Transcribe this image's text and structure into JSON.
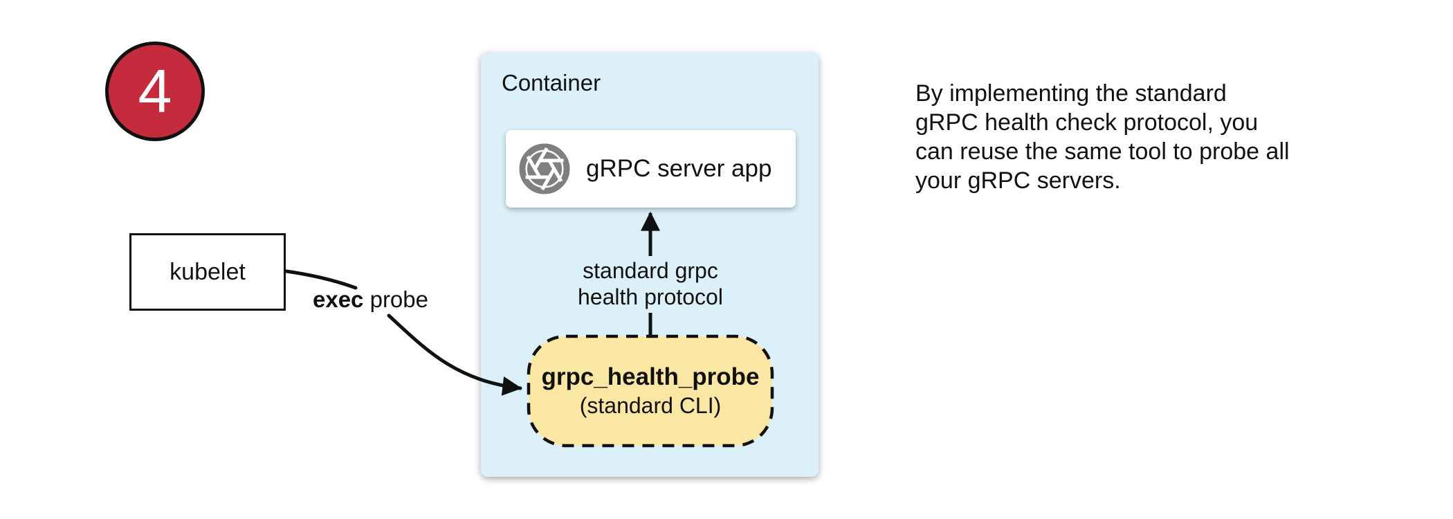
{
  "badge": {
    "number": "4"
  },
  "kubelet_box": {
    "label": "kubelet"
  },
  "probe_arrow_label": {
    "bold": "exec",
    "rest": " probe"
  },
  "container": {
    "title": "Container",
    "server_box": {
      "icon": "aperture-icon",
      "label": "gRPC server app"
    },
    "protocol_label": {
      "line1": "standard grpc",
      "line2": "health protocol"
    },
    "probe_box": {
      "name": "grpc_health_probe",
      "subtitle": "(standard CLI)"
    }
  },
  "caption": {
    "lines": [
      "By implementing the standard",
      "gRPC health check protocol, you",
      "can reuse the same tool to probe all",
      "your gRPC servers."
    ]
  },
  "colors": {
    "badge_red": "#C42B3C",
    "container_blue": "#DCF0FA",
    "probe_yellow": "#FBE7A4",
    "icon_gray": "#7F7F7F",
    "line_black": "#111111"
  }
}
